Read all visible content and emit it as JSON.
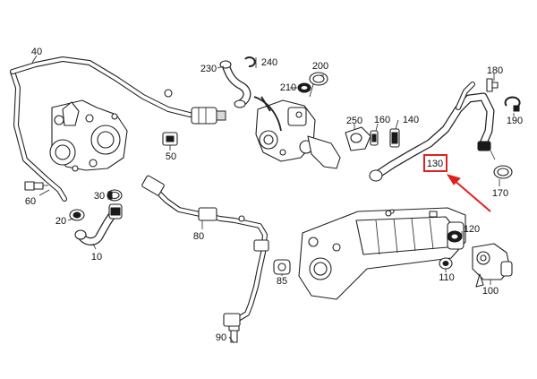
{
  "diagram": {
    "part_labels": [
      "40",
      "60",
      "20",
      "30",
      "10",
      "50",
      "80",
      "85",
      "90",
      "230",
      "240",
      "200",
      "210",
      "250",
      "160",
      "140",
      "180",
      "190",
      "130",
      "170",
      "120",
      "110",
      "100"
    ],
    "highlighted_part": "130",
    "highlight_color": "#e02020",
    "line_color": "#222222"
  }
}
